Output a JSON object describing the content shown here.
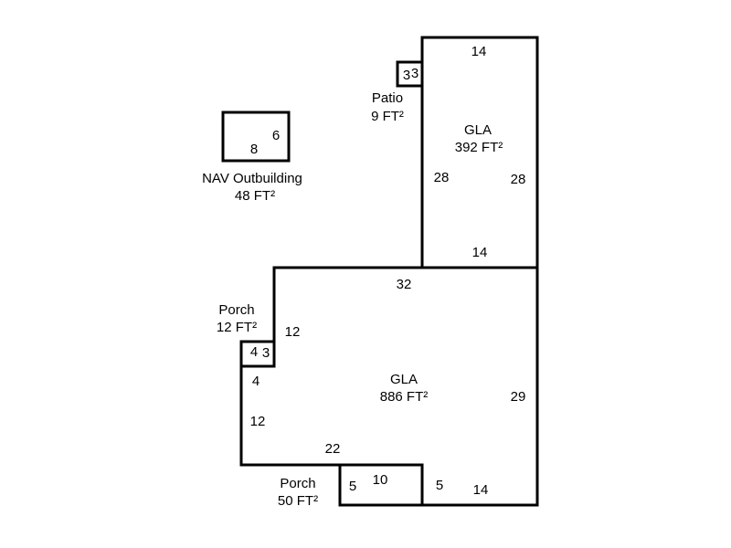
{
  "areas": {
    "outbuilding": {
      "name": "NAV Outbuilding",
      "area": "48 FT²",
      "dims": [
        "6",
        "8"
      ]
    },
    "patio": {
      "name": "Patio",
      "area": "9 FT²",
      "dims": [
        "3",
        "3"
      ]
    },
    "gla_upper": {
      "name": "GLA",
      "area": "392 FT²",
      "dims": [
        "14",
        "28",
        "28",
        "14"
      ]
    },
    "gla_main": {
      "name": "GLA",
      "area": "886 FT²",
      "dims": [
        "32",
        "12",
        "4",
        "12",
        "22",
        "29",
        "5",
        "14"
      ]
    },
    "porch_small": {
      "name": "Porch",
      "area": "12 FT²",
      "dims": [
        "4",
        "3"
      ]
    },
    "porch_large": {
      "name": "Porch",
      "area": "50 FT²",
      "dims": [
        "5",
        "10"
      ]
    }
  }
}
